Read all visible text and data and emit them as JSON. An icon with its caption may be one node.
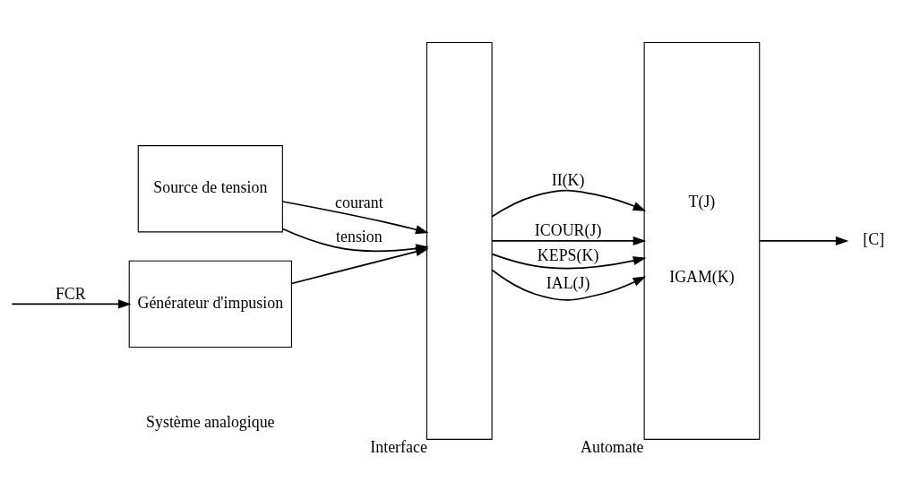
{
  "diagram": {
    "nodes": [
      {
        "text": [
          "Source de tension"
        ]
      },
      {
        "text": [
          "Générateur d'impusion"
        ]
      },
      {
        "text": [],
        "shape": "box",
        "beside": [
          "Interface"
        ]
      },
      {
        "text": [
          "T(J)",
          "IGAM(K)"
        ],
        "beside": [
          "Automate"
        ]
      },
      {
        "text": [
          "[C]"
        ]
      }
    ],
    "edges": [
      {
        "from": null,
        "to": 1,
        "arrow": "to",
        "label": "FCR"
      },
      {
        "from": 0,
        "to": 2,
        "arrow": "to",
        "label": "courant"
      },
      {
        "from": 0,
        "to": 2,
        "arrow": "to",
        "label": "tension"
      },
      {
        "from": 1,
        "to": 2,
        "arrow": "to"
      },
      {
        "from": 2,
        "to": 3,
        "arrow": "to",
        "label": "II(K)"
      },
      {
        "from": 2,
        "to": 3,
        "arrow": "to",
        "label": "ICOUR(J)"
      },
      {
        "from": 2,
        "to": 3,
        "arrow": "to",
        "label": "KEPS(K)"
      },
      {
        "from": 2,
        "to": 3,
        "arrow": "to",
        "label": "IAL(J)"
      },
      {
        "from": 3,
        "to": 4,
        "arrow": "to"
      }
    ],
    "labels": [
      "Système analogique"
    ]
  }
}
